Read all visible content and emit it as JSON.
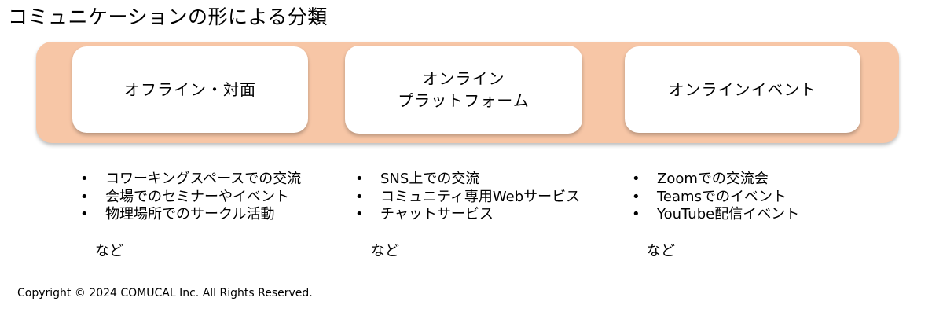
{
  "title": "コミュニケーションの形による分類",
  "categories": [
    {
      "label": "オフライン・対面",
      "items": [
        "コワーキングスペースでの交流",
        "会場でのセミナーやイベント",
        "物理場所でのサークル活動"
      ],
      "etc": "など"
    },
    {
      "label": "オンライン\nプラットフォーム",
      "items": [
        "SNS上での交流",
        "コミュニティ専用Webサービス",
        "チャットサービス"
      ],
      "etc": "など"
    },
    {
      "label": "オンラインイベント",
      "items": [
        "Zoomでの交流会",
        "Teamsでのイベント",
        "YouTube配信イベント"
      ],
      "etc": "など"
    }
  ],
  "bullet": "•",
  "copyright": "Copyright © 2024 COMUCAL Inc. All Rights Reserved."
}
